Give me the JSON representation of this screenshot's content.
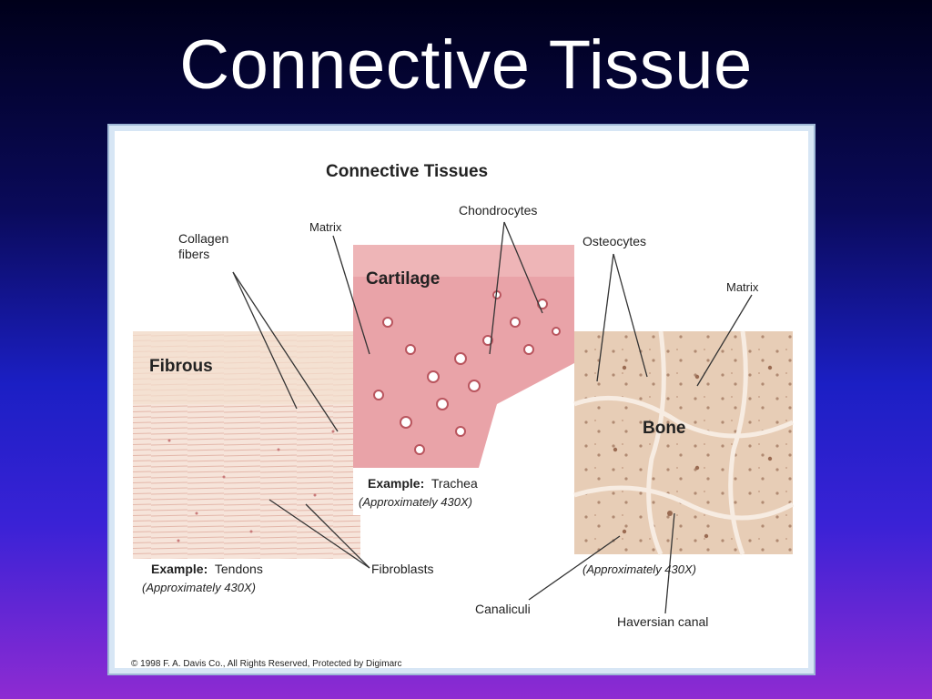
{
  "slide": {
    "title": "Connective Tissue"
  },
  "figure": {
    "heading": "Connective Tissues",
    "sections": {
      "fibrous": "Fibrous",
      "cartilage": "Cartilage",
      "bone": "Bone"
    },
    "labels": {
      "collagen_line1": "Collagen",
      "collagen_line2": "fibers",
      "matrix_cartilage": "Matrix",
      "chondrocytes": "Chondrocytes",
      "osteocytes": "Osteocytes",
      "matrix_bone": "Matrix",
      "fibroblasts": "Fibroblasts",
      "canaliculi": "Canaliculi",
      "haversian": "Haversian canal"
    },
    "examples": {
      "prefix": "Example:",
      "tendons": "Tendons",
      "trachea": "Trachea",
      "magnification": "(Approximately 430X)"
    },
    "copyright": "© 1998 F. A. Davis Co., All Rights Reserved, Protected by Digimarc"
  },
  "colors": {
    "fibrous_bg": "#f6e4da",
    "cartilage_bg": "#e9a3a8",
    "bone_bg": "#e7cdb6"
  }
}
